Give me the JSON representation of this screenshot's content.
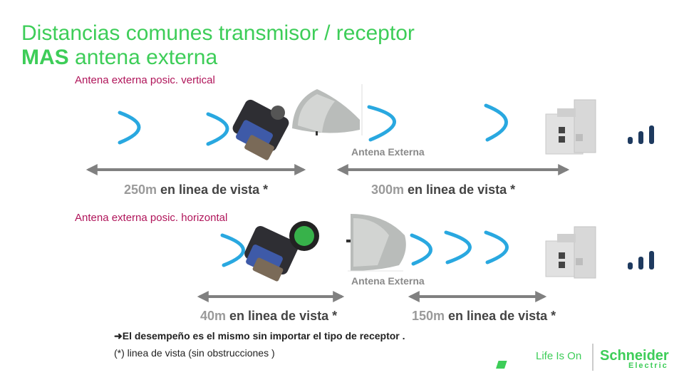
{
  "title": {
    "line1": "Distancias comunes transmisor / receptor",
    "line2_bold": "MAS",
    "line2_rest": " antena externa"
  },
  "section1": {
    "label": "Antena externa posic. vertical",
    "antenna_label": "Antena Externa",
    "left": {
      "num": "250m",
      "text": " en linea de vista  *"
    },
    "right": {
      "num": "300m",
      "text": " en linea de vista *"
    }
  },
  "section2": {
    "label": "Antena externa posic. horizontal",
    "antenna_label": "Antena Externa",
    "left": {
      "num": "40m",
      "text": " en linea de vista *"
    },
    "right": {
      "num": "150m",
      "text": " en linea de vista *"
    }
  },
  "notes": {
    "line1": "El desempeño es el mismo sin importar el tipo de receptor .",
    "line2": "(*) linea de vista (sin obstrucciones )"
  },
  "footer": {
    "tagline": "Life Is On",
    "brand_top": "Schneider",
    "brand_bottom": "Electric"
  },
  "colors": {
    "accent_green": "#3dcd58",
    "wave_blue": "#29a8e0",
    "label_magenta": "#b0155a",
    "arrow_gray": "#808080",
    "signal_navy": "#1e3a5f"
  }
}
